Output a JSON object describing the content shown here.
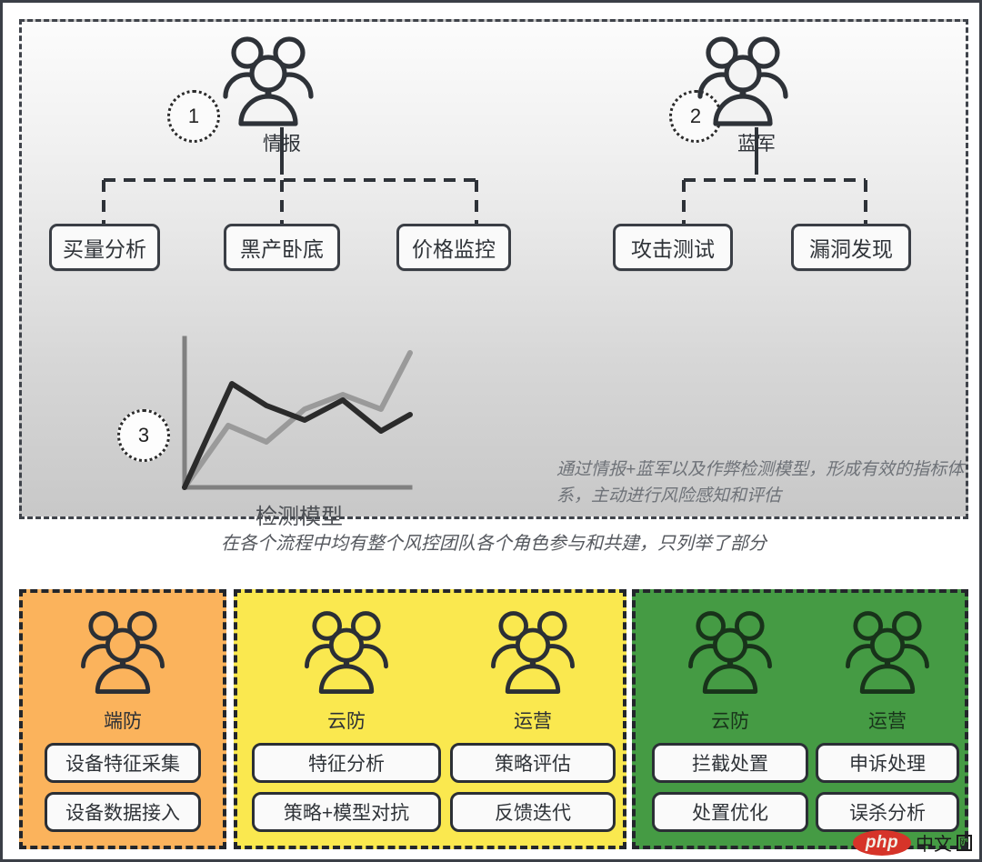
{
  "top_panel": {
    "branches": [
      {
        "number": "1",
        "icon": "people-group-icon",
        "label": "情报",
        "children": [
          "买量分析",
          "黑产卧底",
          "价格监控"
        ]
      },
      {
        "number": "2",
        "icon": "people-group-icon",
        "label": "蓝军",
        "children": [
          "攻击测试",
          "漏洞发现"
        ]
      }
    ],
    "chart_block": {
      "number": "3",
      "caption": "检测模型"
    },
    "note": "通过情报+蓝军以及作弊检测模型，形成有效的指标体系，主动进行风险感知和评估"
  },
  "mid_caption": "在各个流程中均有整个风控团队各个角色参与和共建，只列举了部分",
  "bottom_panels": [
    {
      "color": "#fbb35c",
      "columns": [
        {
          "icon": "people-group-icon",
          "role": "端防",
          "chips": [
            "设备特征采集",
            "设备数据接入"
          ]
        }
      ]
    },
    {
      "color": "#fae84f",
      "columns": [
        {
          "icon": "people-group-icon",
          "role": "云防",
          "chips": [
            "特征分析",
            "策略+模型对抗"
          ]
        },
        {
          "icon": "people-group-icon",
          "role": "运营",
          "chips": [
            "策略评估",
            "反馈迭代"
          ]
        }
      ]
    },
    {
      "color": "#459b44",
      "columns": [
        {
          "icon": "people-group-icon",
          "role": "云防",
          "chips": [
            "拦截处置",
            "处置优化"
          ]
        },
        {
          "icon": "people-group-icon",
          "role": "运营",
          "chips": [
            "申诉处理",
            "误杀分析"
          ]
        }
      ]
    }
  ],
  "watermark": {
    "logo_text": "php",
    "text": "中文",
    "suffix": "网"
  },
  "chart_data": {
    "type": "line",
    "title": "检测模型",
    "xlabel": "",
    "ylabel": "",
    "x": [
      0,
      1,
      2,
      3,
      4,
      5,
      6
    ],
    "series": [
      {
        "name": "dark-line",
        "color": "#2b2b2b",
        "values": [
          0,
          62,
          50,
          38,
          45,
          30,
          42
        ]
      },
      {
        "name": "gray-line",
        "color": "#9a9a9a",
        "values": [
          0,
          40,
          28,
          48,
          58,
          48,
          88
        ]
      }
    ],
    "grid": false,
    "legend": "none",
    "ylim": [
      0,
      100
    ]
  },
  "colors": {
    "panel_orange": "#fbb35c",
    "panel_yellow": "#fae84f",
    "panel_green": "#459b44",
    "ink": "#2e3238",
    "note_gray": "#6e7278"
  }
}
